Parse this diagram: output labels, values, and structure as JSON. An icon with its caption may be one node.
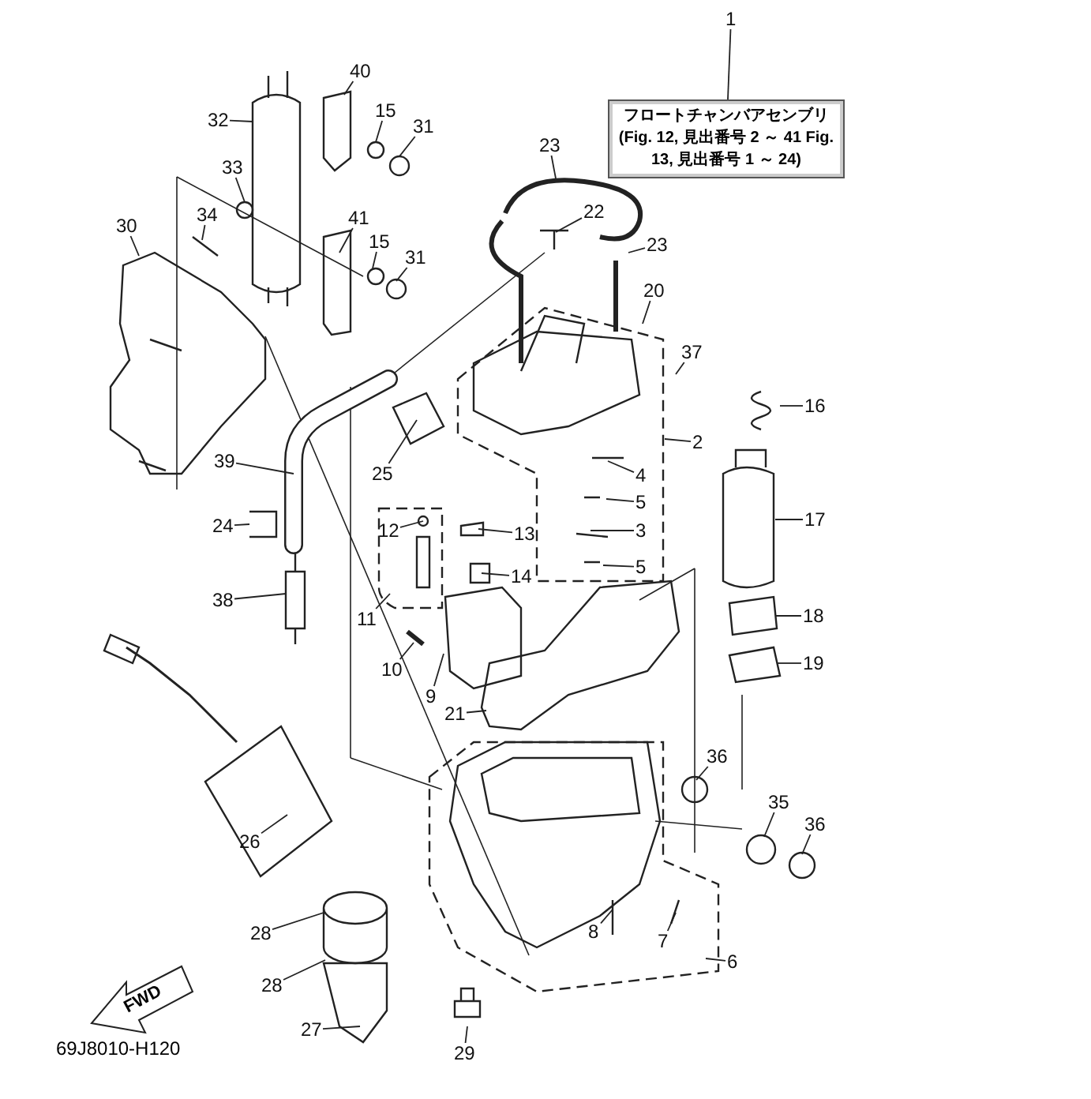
{
  "diagram": {
    "nodes": [
      {
        "text": [
          "1"
        ]
      },
      {
        "text": [
          "フロートチャンバアセンブリ",
          "(Fig. 12, 見出番号 2 ～ 41 Fig. 13, 見出番号 1 ～ 24)"
        ]
      },
      {
        "text": [
          "40"
        ]
      },
      {
        "text": [
          "15"
        ]
      },
      {
        "text": [
          "31"
        ]
      },
      {
        "text": [
          "32"
        ]
      },
      {
        "text": [
          "23"
        ]
      },
      {
        "text": [
          "33"
        ]
      },
      {
        "text": [
          "22"
        ]
      },
      {
        "text": [
          "34"
        ]
      },
      {
        "text": [
          "30"
        ]
      },
      {
        "text": [
          "41"
        ]
      },
      {
        "text": [
          "15"
        ]
      },
      {
        "text": [
          "31"
        ]
      },
      {
        "text": [
          "23"
        ]
      },
      {
        "text": [
          "20"
        ]
      },
      {
        "text": [
          "37"
        ]
      },
      {
        "text": [
          "16"
        ]
      },
      {
        "text": [
          "2"
        ]
      },
      {
        "text": [
          "39"
        ]
      },
      {
        "text": [
          "25"
        ]
      },
      {
        "text": [
          "4"
        ]
      },
      {
        "text": [
          "5"
        ]
      },
      {
        "text": [
          "24"
        ]
      },
      {
        "text": [
          "12"
        ]
      },
      {
        "text": [
          "13"
        ]
      },
      {
        "text": [
          "3"
        ]
      },
      {
        "text": [
          "17"
        ]
      },
      {
        "text": [
          "14"
        ]
      },
      {
        "text": [
          "5"
        ]
      },
      {
        "text": [
          "38"
        ]
      },
      {
        "text": [
          "11"
        ]
      },
      {
        "text": [
          "18"
        ]
      },
      {
        "text": [
          "10"
        ]
      },
      {
        "text": [
          "9"
        ]
      },
      {
        "text": [
          "19"
        ]
      },
      {
        "text": [
          "21"
        ]
      },
      {
        "text": [
          "36"
        ]
      },
      {
        "text": [
          "26"
        ]
      },
      {
        "text": [
          "35"
        ]
      },
      {
        "text": [
          "36"
        ]
      },
      {
        "text": [
          "8"
        ]
      },
      {
        "text": [
          "7"
        ]
      },
      {
        "text": [
          "6"
        ]
      },
      {
        "text": [
          "28"
        ]
      },
      {
        "text": [
          "28"
        ]
      },
      {
        "text": [
          "27"
        ]
      },
      {
        "text": [
          "29"
        ]
      }
    ],
    "edges": [
      {
        "from": 0,
        "to": 1,
        "arrow": "none"
      },
      {
        "from": 2,
        "to": null,
        "arrow": "none"
      },
      {
        "from": 3,
        "to": null,
        "arrow": "none"
      },
      {
        "from": 4,
        "to": null,
        "arrow": "none"
      },
      {
        "from": 5,
        "to": null,
        "arrow": "none"
      },
      {
        "from": 6,
        "to": null,
        "arrow": "none"
      },
      {
        "from": 7,
        "to": null,
        "arrow": "none"
      },
      {
        "from": 8,
        "to": null,
        "arrow": "none"
      },
      {
        "from": 9,
        "to": null,
        "arrow": "none"
      },
      {
        "from": 10,
        "to": null,
        "arrow": "none"
      },
      {
        "from": 11,
        "to": null,
        "arrow": "none"
      },
      {
        "from": 12,
        "to": null,
        "arrow": "none"
      },
      {
        "from": 13,
        "to": null,
        "arrow": "none"
      },
      {
        "from": 14,
        "to": null,
        "arrow": "none"
      },
      {
        "from": 15,
        "to": null,
        "arrow": "none"
      },
      {
        "from": 16,
        "to": null,
        "arrow": "none"
      },
      {
        "from": 17,
        "to": null,
        "arrow": "none"
      },
      {
        "from": 18,
        "to": null,
        "arrow": "none"
      },
      {
        "from": 19,
        "to": null,
        "arrow": "none"
      },
      {
        "from": 20,
        "to": null,
        "arrow": "none"
      },
      {
        "from": 21,
        "to": null,
        "arrow": "none"
      },
      {
        "from": 22,
        "to": null,
        "arrow": "none"
      },
      {
        "from": 23,
        "to": null,
        "arrow": "none"
      },
      {
        "from": 24,
        "to": null,
        "arrow": "none"
      },
      {
        "from": 25,
        "to": null,
        "arrow": "none"
      },
      {
        "from": 26,
        "to": null,
        "arrow": "none"
      },
      {
        "from": 27,
        "to": null,
        "arrow": "none"
      },
      {
        "from": 28,
        "to": null,
        "arrow": "none"
      },
      {
        "from": 29,
        "to": null,
        "arrow": "none"
      },
      {
        "from": 30,
        "to": null,
        "arrow": "none"
      },
      {
        "from": 31,
        "to": null,
        "arrow": "none"
      },
      {
        "from": 32,
        "to": null,
        "arrow": "none"
      },
      {
        "from": 33,
        "to": null,
        "arrow": "none"
      },
      {
        "from": 34,
        "to": null,
        "arrow": "none"
      },
      {
        "from": 35,
        "to": null,
        "arrow": "none"
      },
      {
        "from": 36,
        "to": null,
        "arrow": "none"
      },
      {
        "from": 37,
        "to": null,
        "arrow": "none"
      },
      {
        "from": 38,
        "to": null,
        "arrow": "none"
      },
      {
        "from": 39,
        "to": null,
        "arrow": "none"
      },
      {
        "from": 40,
        "to": null,
        "arrow": "none"
      },
      {
        "from": 41,
        "to": null,
        "arrow": "none"
      },
      {
        "from": 42,
        "to": null,
        "arrow": "none"
      },
      {
        "from": 43,
        "to": null,
        "arrow": "none"
      },
      {
        "from": 44,
        "to": null,
        "arrow": "none"
      },
      {
        "from": 45,
        "to": null,
        "arrow": "none"
      },
      {
        "from": 46,
        "to": null,
        "arrow": "none"
      },
      {
        "from": 47,
        "to": null,
        "arrow": "none"
      }
    ],
    "labels": [
      "FWD",
      "69J8010-H120"
    ]
  }
}
